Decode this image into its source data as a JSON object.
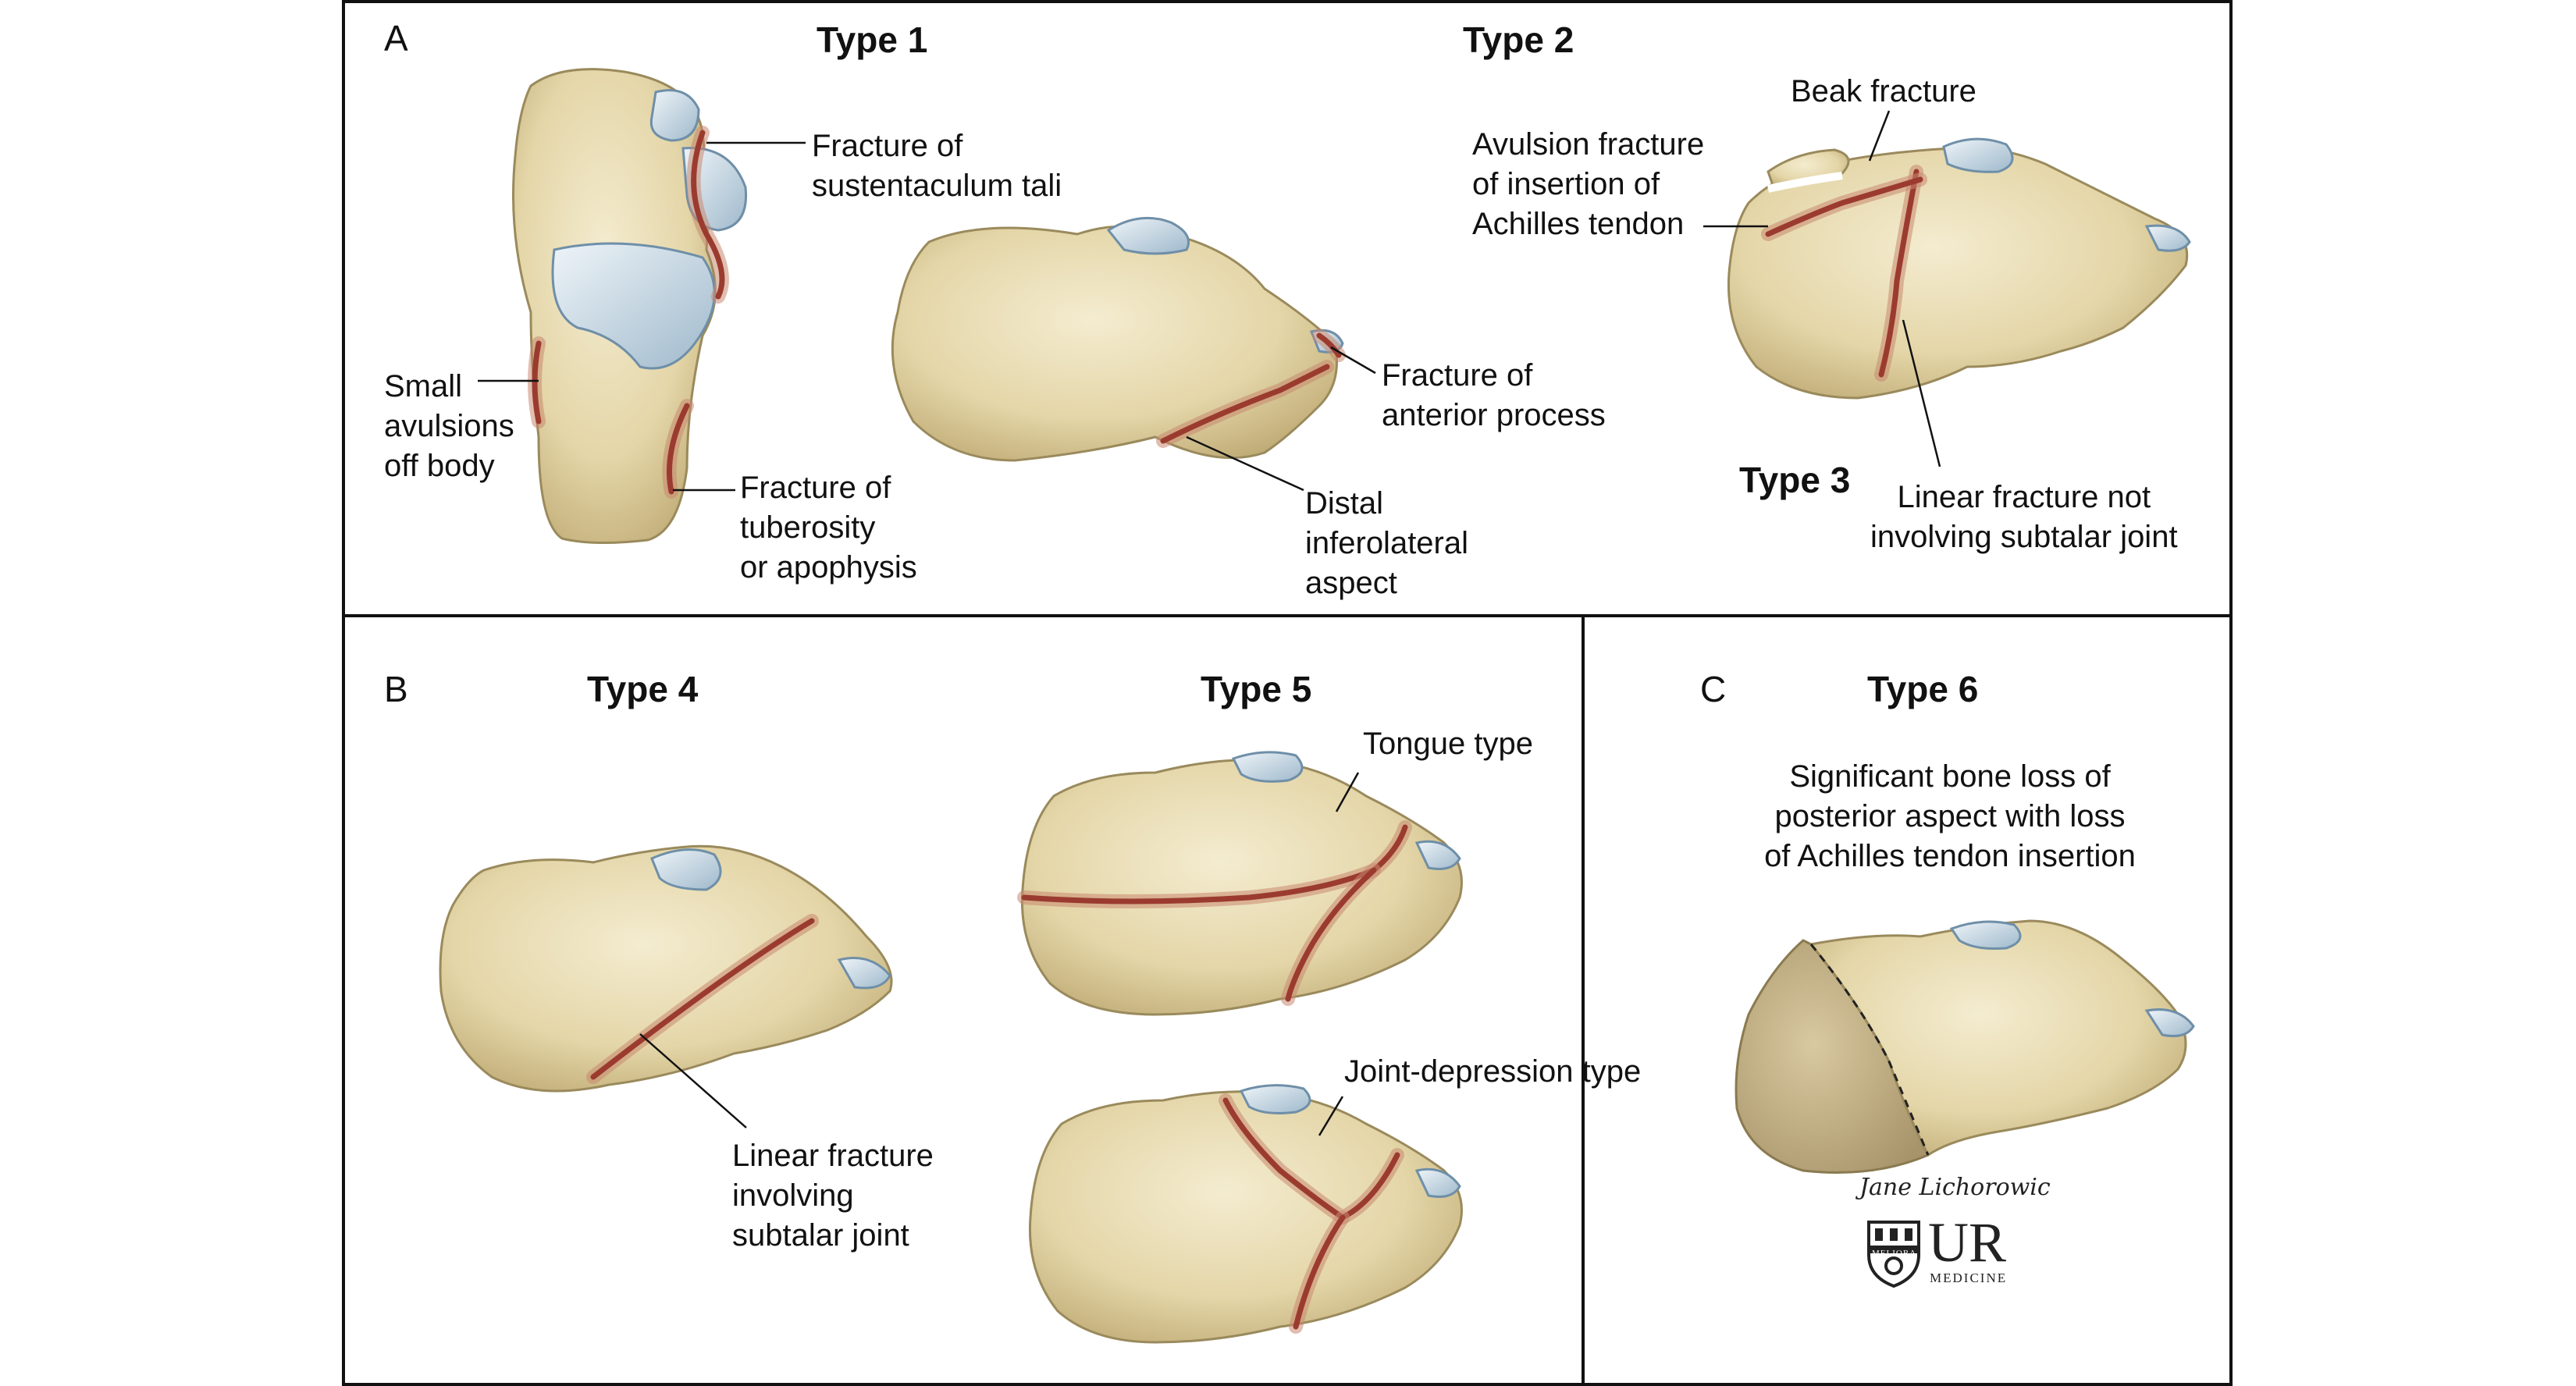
{
  "panels": {
    "a": {
      "letter": "A",
      "type1_title": "Type 1",
      "type2_title": "Type 2",
      "type3_title": "Type 3",
      "labels": {
        "sustentaculum": "Fracture of\nsustentaculum tali",
        "small_avulsions": "Small\navulsions\noff body",
        "tuberosity": "Fracture of\ntuberosity\nor apophysis",
        "anterior_process": "Fracture of\nanterior process",
        "distal": "Distal\ninferolateral\naspect",
        "beak": "Beak fracture",
        "avulsion_achilles": "Avulsion fracture\nof insertion of\nAchilles tendon",
        "linear_not": "Linear fracture not\ninvolving subtalar joint"
      }
    },
    "b": {
      "letter": "B",
      "type4_title": "Type 4",
      "type5_title": "Type 5",
      "labels": {
        "linear_involving": "Linear fracture\ninvolving\nsubtalar joint",
        "tongue": "Tongue type",
        "joint_depression": "Joint-depression type"
      }
    },
    "c": {
      "letter": "C",
      "type6_title": "Type 6",
      "labels": {
        "bone_loss": "Significant bone loss of\nposterior aspect with loss\nof Achilles tendon insertion"
      }
    }
  },
  "signature": "Jane Lichorowic",
  "logo": {
    "main": "UR",
    "sub": "MEDICINE",
    "crest_text": "MELIORA"
  },
  "colors": {
    "bone": "#e8dcb4",
    "cartilage": "#c9d8e4",
    "fracture": "#9b3b2f",
    "outline": "#111111"
  }
}
